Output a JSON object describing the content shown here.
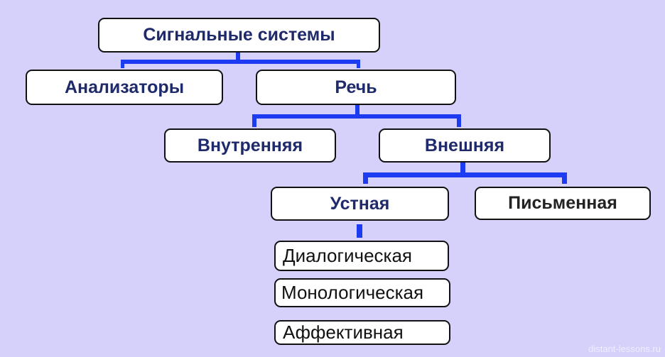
{
  "nodes": {
    "root": "Сигнальные системы",
    "analyzers": "Анализаторы",
    "speech": "Речь",
    "inner": "Внутренняя",
    "outer": "Внешняя",
    "oral": "Устная",
    "written": "Письменная",
    "dialogic": "Диалогическая",
    "monologic": "Монологическая",
    "affective": "Аффективная"
  },
  "watermark": "distant-lessons.ru",
  "colors": {
    "background": "#d6d1fb",
    "connector": "#1d3cf2",
    "heading_text": "#1f2a6b"
  }
}
